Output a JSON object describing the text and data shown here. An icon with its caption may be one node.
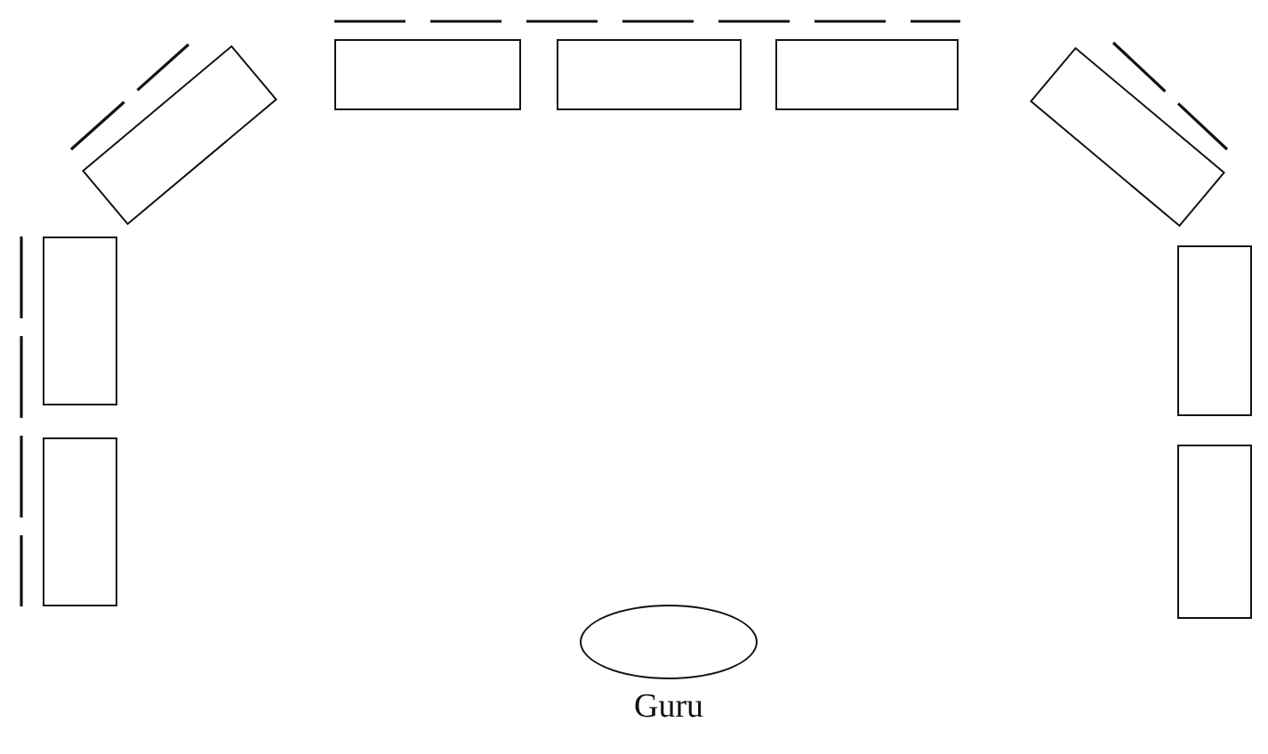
{
  "diagram": {
    "nodes": [
      {
        "text": [],
        "shape": "box"
      },
      {
        "text": [],
        "shape": "box"
      },
      {
        "text": [],
        "shape": "box"
      },
      {
        "text": [],
        "shape": "box"
      },
      {
        "text": [],
        "shape": "box"
      },
      {
        "text": [],
        "shape": "box"
      },
      {
        "text": [],
        "shape": "box"
      },
      {
        "text": [],
        "shape": "box"
      },
      {
        "text": [],
        "shape": "box"
      },
      {
        "text": [
          "Guru"
        ]
      }
    ]
  }
}
